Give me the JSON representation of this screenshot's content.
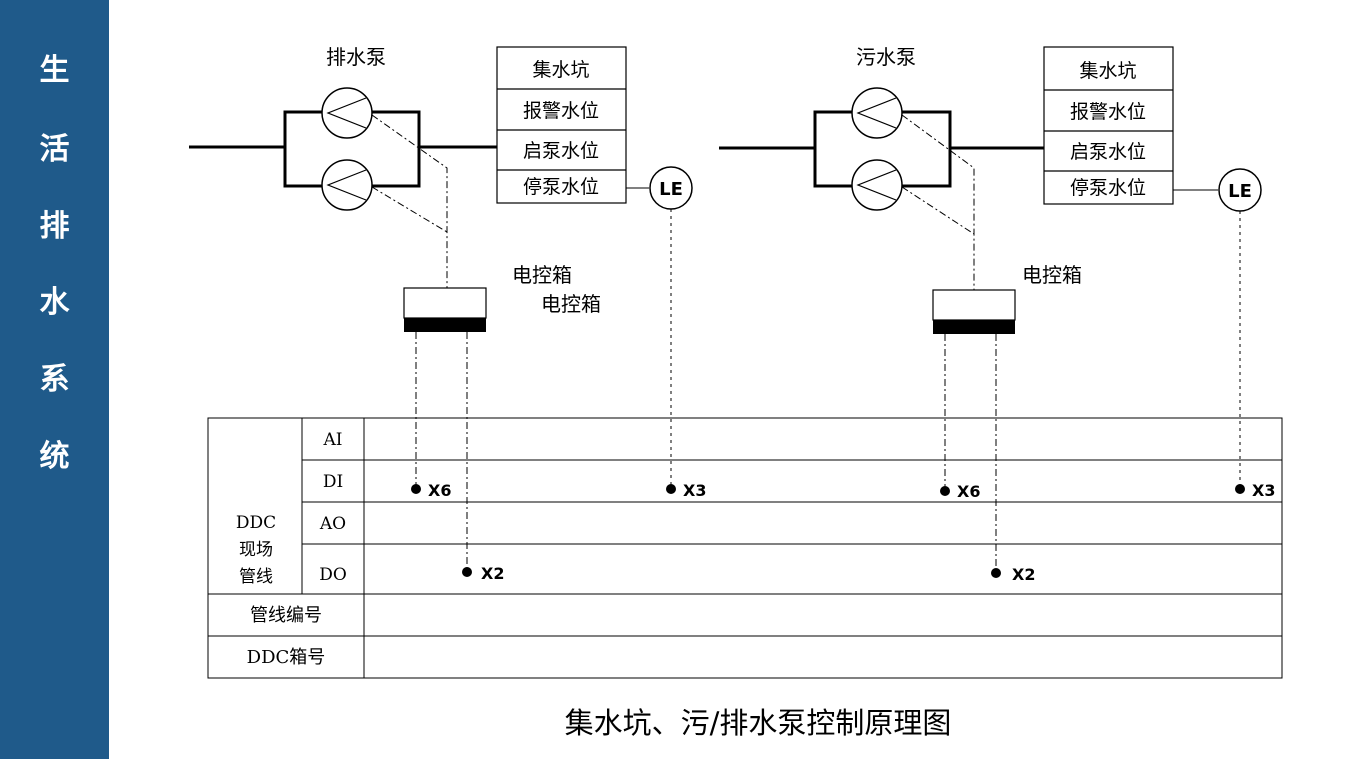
{
  "sidebar": {
    "chars": [
      "生",
      "活",
      "排",
      "水",
      "系",
      "统"
    ]
  },
  "colors": {
    "sidebar_bg": "#1f5a8a",
    "sidebar_text": "#ffffff",
    "line": "#000000"
  },
  "left_system": {
    "pump_label": "排水泵",
    "pit_table": [
      "集水坑",
      "报警水位",
      "启泵水位",
      "停泵水位"
    ],
    "sensor": "LE",
    "box_labels": [
      "电控箱",
      "电控箱"
    ],
    "points": {
      "di_pump": "X6",
      "di_sensor": "X3",
      "do_pump": "X2"
    }
  },
  "right_system": {
    "pump_label": "污水泵",
    "pit_table": [
      "集水坑",
      "报警水位",
      "启泵水位",
      "停泵水位"
    ],
    "sensor": "LE",
    "box_labels": [
      "电控箱"
    ],
    "points": {
      "di_pump": "X6",
      "di_sensor": "X3",
      "do_pump": "X2"
    }
  },
  "table": {
    "group_label": [
      "DDC",
      "现场",
      "管线"
    ],
    "rows": [
      "AI",
      "DI",
      "AO",
      "DO"
    ],
    "line_no_label": "管线编号",
    "box_no_label": "DDC箱号"
  },
  "caption": "集水坑、污/排水泵控制原理图"
}
